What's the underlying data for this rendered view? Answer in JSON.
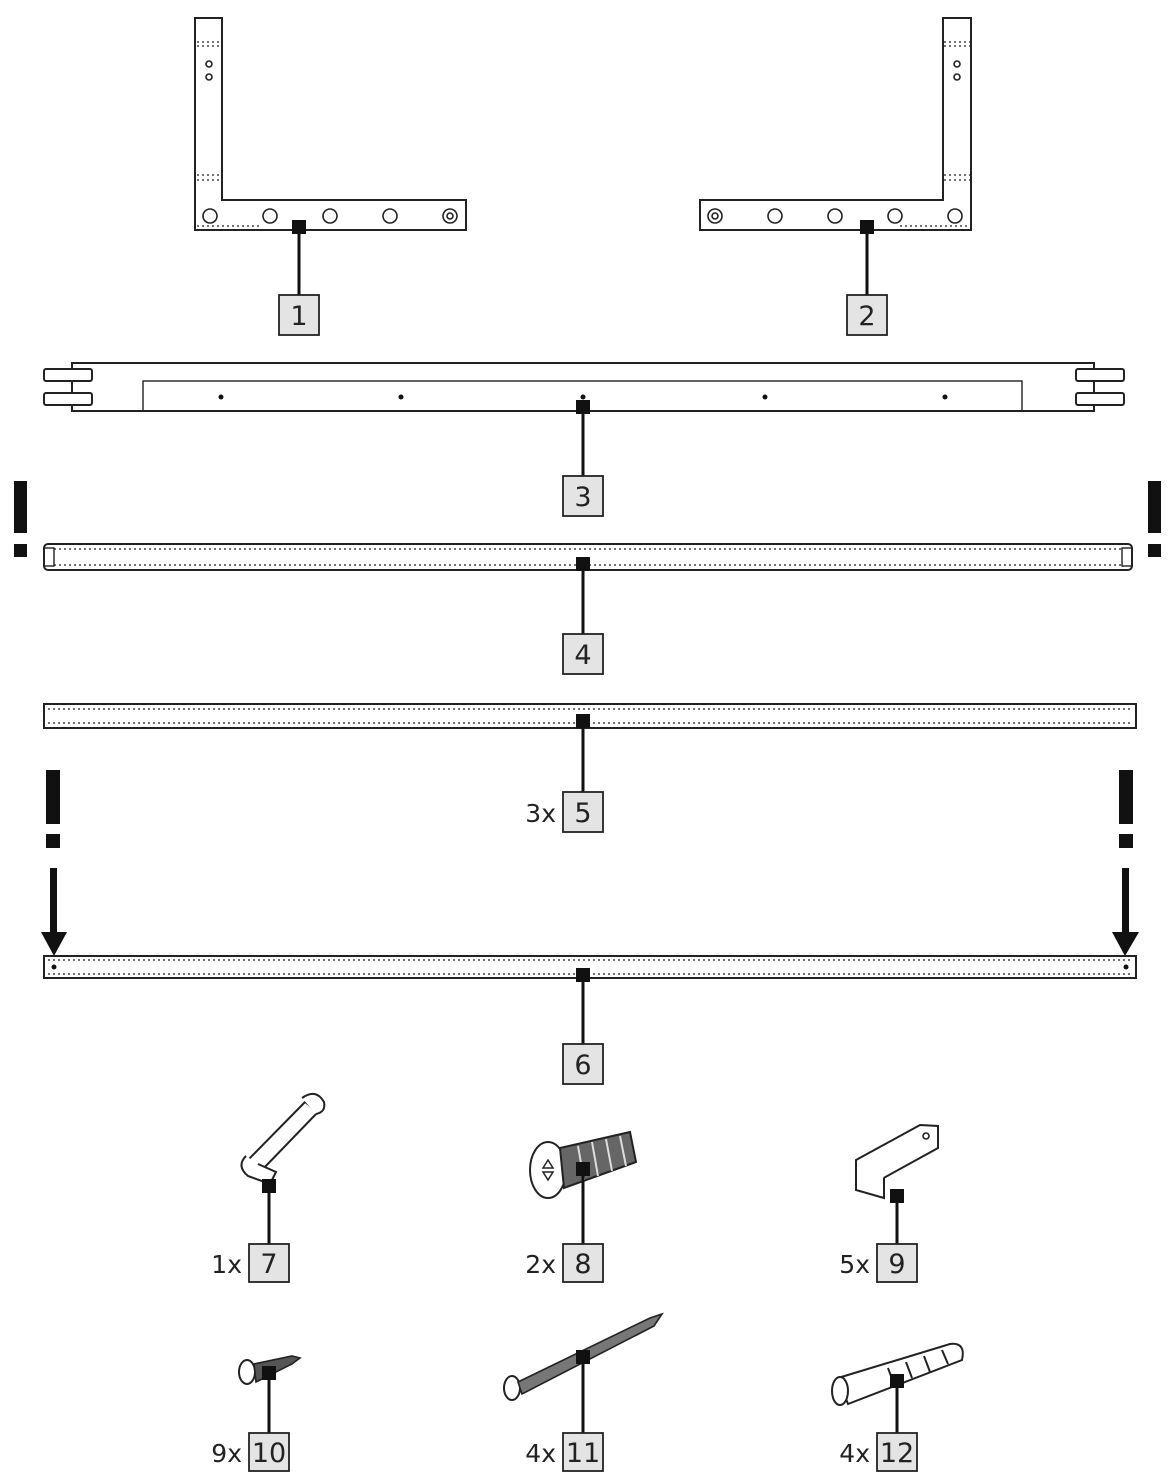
{
  "labels": {
    "p1": "1",
    "p2": "2",
    "p3": "3",
    "p4": "4",
    "p5": "5",
    "p6": "6",
    "p7": "7",
    "p8": "8",
    "p9": "9",
    "p10": "10",
    "p11": "11",
    "p12": "12"
  },
  "quantities": {
    "p5": "3x",
    "p7": "1x",
    "p8": "2x",
    "p9": "5x",
    "p10": "9x",
    "p11": "4x",
    "p12": "4x"
  },
  "warnings": {
    "mark": "!"
  },
  "icons": {
    "warning": "exclamation-icon",
    "arrow": "arrow-down-icon"
  },
  "colors": {
    "ink": "#111111",
    "label_box": "#e4e4e4"
  }
}
